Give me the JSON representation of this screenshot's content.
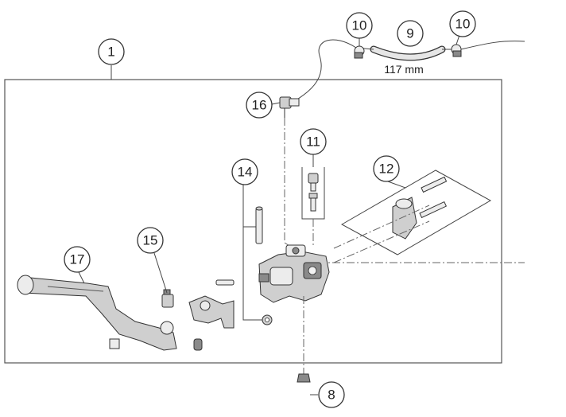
{
  "callouts": [
    {
      "id": "1",
      "label": "1",
      "highlight": false
    },
    {
      "id": "8",
      "label": "8",
      "highlight": false
    },
    {
      "id": "9",
      "label": "9",
      "highlight": false
    },
    {
      "id": "10a",
      "label": "10",
      "highlight": false
    },
    {
      "id": "10b",
      "label": "10",
      "highlight": false
    },
    {
      "id": "11",
      "label": "11",
      "highlight": true
    },
    {
      "id": "12",
      "label": "12",
      "highlight": false
    },
    {
      "id": "14",
      "label": "14",
      "highlight": false
    },
    {
      "id": "15",
      "label": "15",
      "highlight": false
    },
    {
      "id": "16",
      "label": "16",
      "highlight": false
    },
    {
      "id": "17",
      "label": "17",
      "highlight": false
    }
  ],
  "dimension_label": "117 mm",
  "colors": {
    "highlight": "#e0661f",
    "line": "#444444",
    "part_fill": "#cfcfcf"
  }
}
